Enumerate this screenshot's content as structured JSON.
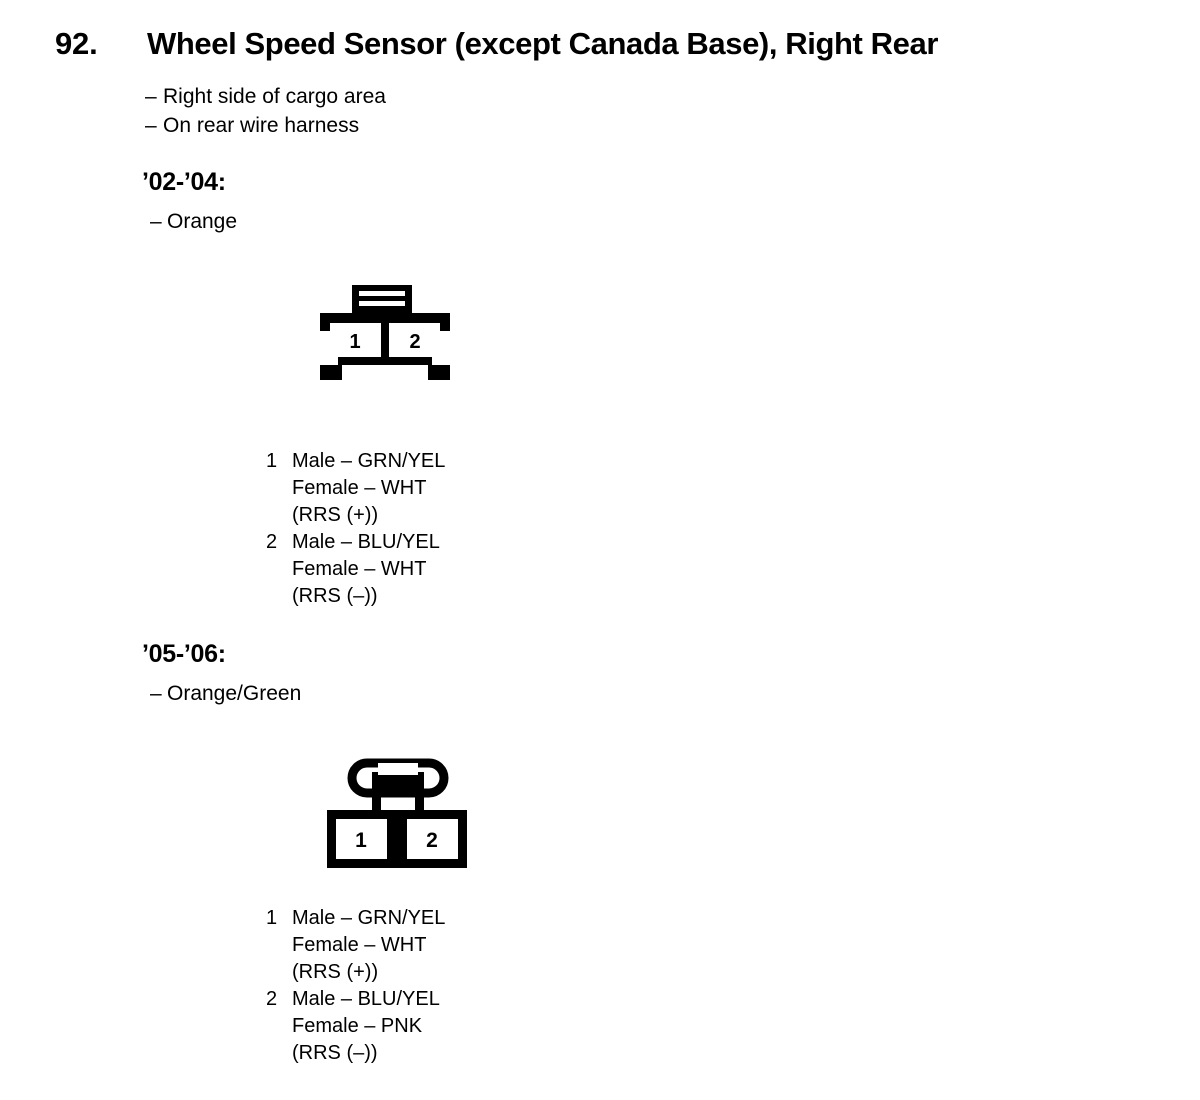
{
  "header": {
    "number": "92.",
    "title": "Wheel Speed Sensor (except Canada Base), Right Rear"
  },
  "location": {
    "dash": "–",
    "lines": [
      "Right side of cargo area",
      "On rear wire harness"
    ]
  },
  "variants": [
    {
      "heading": "’02-’04:",
      "color": "Orange",
      "dash": "–",
      "connector": {
        "style": "flanged-tab",
        "cavities": [
          "1",
          "2"
        ]
      },
      "pins": [
        {
          "number": "1",
          "lines": [
            "Male – GRN/YEL",
            "Female – WHT",
            "(RRS (+))"
          ]
        },
        {
          "number": "2",
          "lines": [
            "Male – BLU/YEL",
            "Female – WHT",
            "(RRS (–))"
          ]
        }
      ]
    },
    {
      "heading": "’05-’06:",
      "color": "Orange/Green",
      "dash": "–",
      "connector": {
        "style": "loop-latch",
        "cavities": [
          "1",
          "2"
        ]
      },
      "pins": [
        {
          "number": "1",
          "lines": [
            "Male – GRN/YEL",
            "Female – WHT",
            "(RRS (+))"
          ]
        },
        {
          "number": "2",
          "lines": [
            "Male – BLU/YEL",
            "Female – PNK",
            "(RRS (–))"
          ]
        }
      ]
    }
  ],
  "colors": {
    "ink": "#000000",
    "paper": "#ffffff"
  }
}
